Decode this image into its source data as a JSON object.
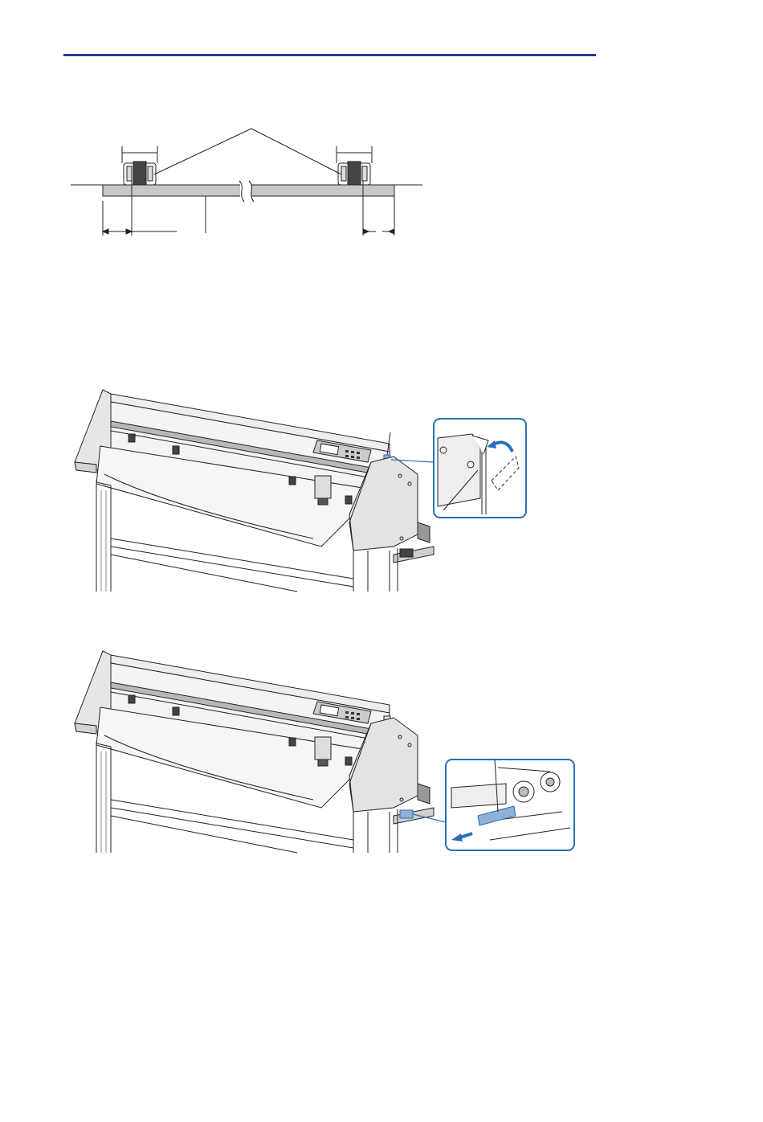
{
  "document": {
    "header_rule_color": "#1e3f8c",
    "accent_color": "#2a6fb5",
    "callout_border_color": "#2a6fb5"
  },
  "figures": [
    {
      "id": "pinch-roller-margin-diagram"
    },
    {
      "id": "media-sensor-lever-callout"
    },
    {
      "id": "media-stopper-callout"
    }
  ]
}
